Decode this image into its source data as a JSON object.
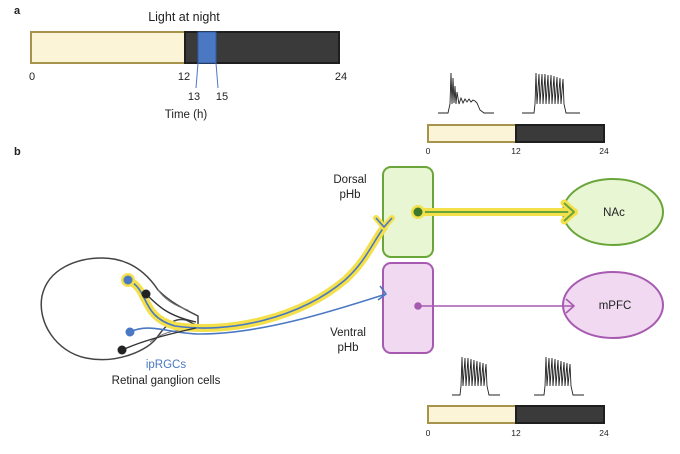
{
  "panel_a": {
    "label": "a",
    "title": "Light at night",
    "ticks": [
      {
        "label": "0",
        "hour": 0
      },
      {
        "label": "12",
        "hour": 12
      },
      {
        "label": "13",
        "hour": 13
      },
      {
        "label": "15",
        "hour": 15
      },
      {
        "label": "24",
        "hour": 24
      }
    ],
    "axis_label": "Time (h)",
    "light_period_hours": [
      0,
      12
    ],
    "dark_period_hours": [
      12,
      24
    ],
    "light_pulse_hours": [
      13,
      15
    ]
  },
  "panel_b": {
    "label": "b",
    "dorsal_label_line1": "Dorsal",
    "dorsal_label_line2": "pHb",
    "ventral_label_line1": "Ventral",
    "ventral_label_line2": "pHb",
    "nac_label": "NAc",
    "mpfc_label": "mPFC",
    "iprgc_label": "ipRGCs",
    "rgc_label": "Retinal ganglion cells",
    "top_timeline_ticks": [
      "0",
      "12",
      "24"
    ],
    "bottom_timeline_ticks": [
      "0",
      "12",
      "24"
    ]
  },
  "colors": {
    "light": "#fbf4d6",
    "light_border": "#a8934c",
    "dark": "#3a3a3a",
    "pulse": "#4a78c2",
    "yellow_glow": "#f4e04a",
    "dorsal_fill": "#e8f6d4",
    "dorsal_stroke": "#6aa53a",
    "ventral_fill": "#f1d9f2",
    "ventral_stroke": "#a65ab0",
    "iprgc_blue": "#4a78c2"
  }
}
